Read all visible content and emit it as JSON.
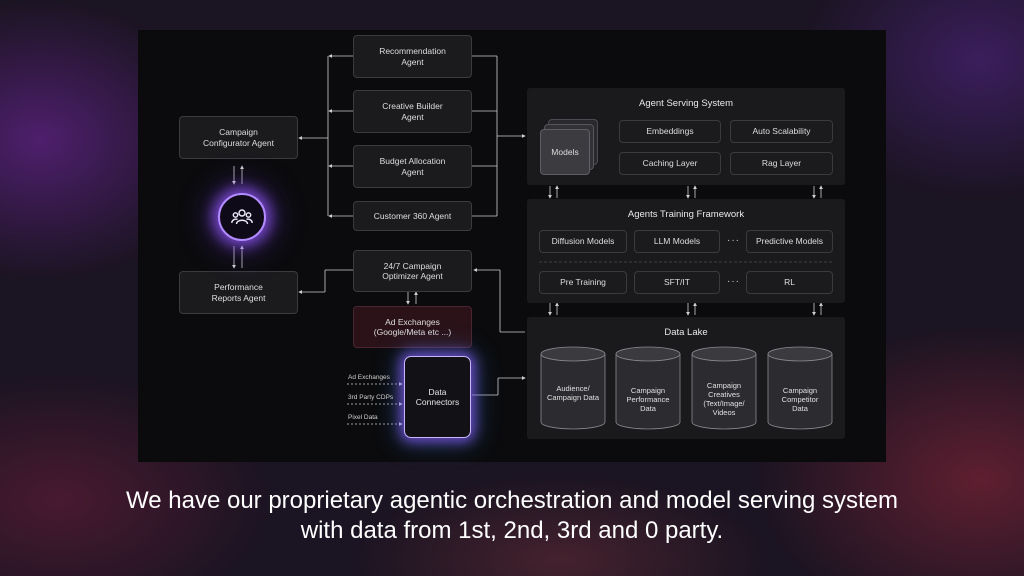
{
  "agents": {
    "campaign_configurator": "Campaign Configurator Agent",
    "performance_reports": "Performance Reports Agent",
    "recommendation": "Recommendation Agent",
    "creative_builder": "Creative Builder Agent",
    "budget_allocation": "Budget Allocation Agent",
    "customer_360": "Customer 360 Agent",
    "optimizer": "24/7 Campaign Optimizer Agent",
    "ad_exchanges": "Ad Exchanges (Google/Meta etc ...)",
    "data_connectors": "Data Connectors",
    "orb_icon": "users-group-icon"
  },
  "sources": {
    "items": [
      "Ad Exchanges",
      "3rd Party CDPs",
      "Pixel Data"
    ]
  },
  "serving": {
    "title": "Agent Serving System",
    "models": "Models",
    "embeddings": "Embeddings",
    "auto_scalability": "Auto Scalability",
    "caching_layer": "Caching Layer",
    "rag_layer": "Rag Layer"
  },
  "training": {
    "title": "Agents Training Framework",
    "diffusion": "Diffusion Models",
    "llm": "LLM Models",
    "predictive": "Predictive Models",
    "pre_training": "Pre Training",
    "sft": "SFT/IT",
    "rl": "RL",
    "ellipsis": "···"
  },
  "datalake": {
    "title": "Data Lake",
    "stores": [
      "Audience/ Campaign Data",
      "Campaign Performance Data",
      "Campaign Creatives (Text/Image/ Videos",
      "Campaign Competitor Data"
    ]
  },
  "caption": {
    "line1": "We have our proprietary agentic orchestration and model serving system",
    "line2": "with data from 1st, 2nd, 3rd and 0 party."
  },
  "colors": {
    "glow_purple": "#b28cff",
    "panel_bg": "#0b0b0d",
    "ad_exchange_bg": "#2a1218"
  }
}
